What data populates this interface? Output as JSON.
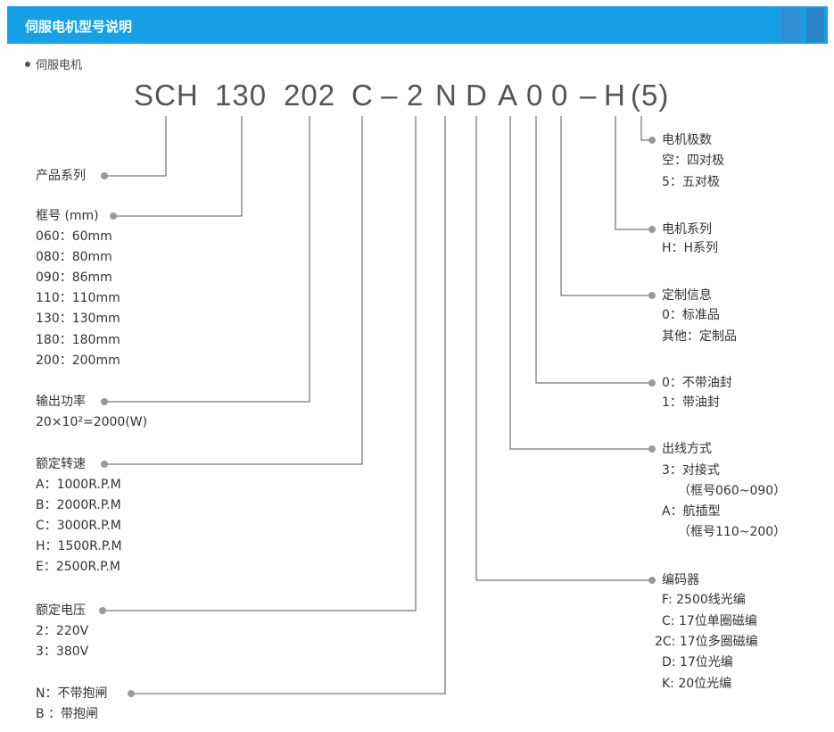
{
  "header": {
    "title": "伺服电机型号说明"
  },
  "section": {
    "bullet_label": "伺服电机"
  },
  "model_code": {
    "parts": [
      "SCH",
      "130",
      "202",
      "C",
      "–",
      "2",
      "N",
      "D",
      "A",
      "0",
      "0",
      "–",
      "H",
      "(5)"
    ]
  },
  "left_groups": [
    {
      "label": "产品系列",
      "values": []
    },
    {
      "label": "框号 (mm)",
      "values": [
        "060：60mm",
        "080：80mm",
        "090：86mm",
        "110：110mm",
        "130：130mm",
        "180：180mm",
        "200：200mm"
      ]
    },
    {
      "label": "输出功率",
      "values": [
        "20×10²=2000(W)"
      ]
    },
    {
      "label": "额定转速",
      "values": [
        "A：1000R.P.M",
        "B：2000R.P.M",
        "C：3000R.P.M",
        "H：1500R.P.M",
        "E：2500R.P.M"
      ]
    },
    {
      "label": "额定电压",
      "values": [
        "2：220V",
        "3：380V"
      ]
    },
    {
      "label": "N：不带抱闸",
      "values": [
        "B ：带抱闸"
      ]
    }
  ],
  "right_groups": [
    {
      "label": "电机极数",
      "values": [
        "空：四对极",
        "5：五对极"
      ]
    },
    {
      "label": "电机系列",
      "values": [
        "H：H系列"
      ]
    },
    {
      "label": "定制信息",
      "values": [
        "0：标准品",
        "其他：定制品"
      ]
    },
    {
      "label": "0：不带油封",
      "values": [
        "1：带油封"
      ]
    },
    {
      "label": "出线方式",
      "values": [
        "3：对接式",
        "（框号060~090）",
        "A：航插型",
        "（框号110~200）"
      ]
    },
    {
      "label": "编码器",
      "values": [
        "F: 2500线光编",
        "C: 17位单圈磁编",
        "2C: 17位多圈磁编",
        "D: 17位光编",
        "K: 20位光编"
      ]
    }
  ]
}
